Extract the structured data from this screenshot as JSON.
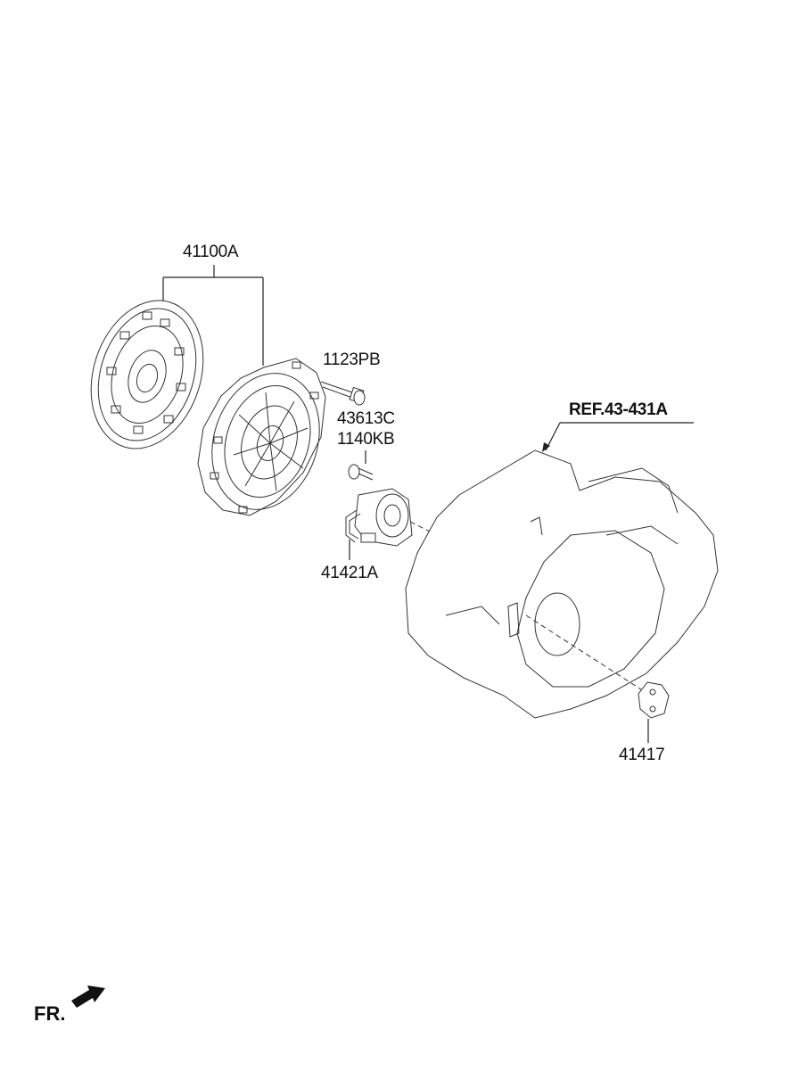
{
  "labels": {
    "clutch_set": "41100A",
    "bolt": "1123PB",
    "part_43613c": "43613C",
    "part_1140kb": "1140KB",
    "release_cylinder": "41421A",
    "cover_plug": "41417",
    "reference": "REF.43-431A",
    "front_indicator": "FR."
  }
}
